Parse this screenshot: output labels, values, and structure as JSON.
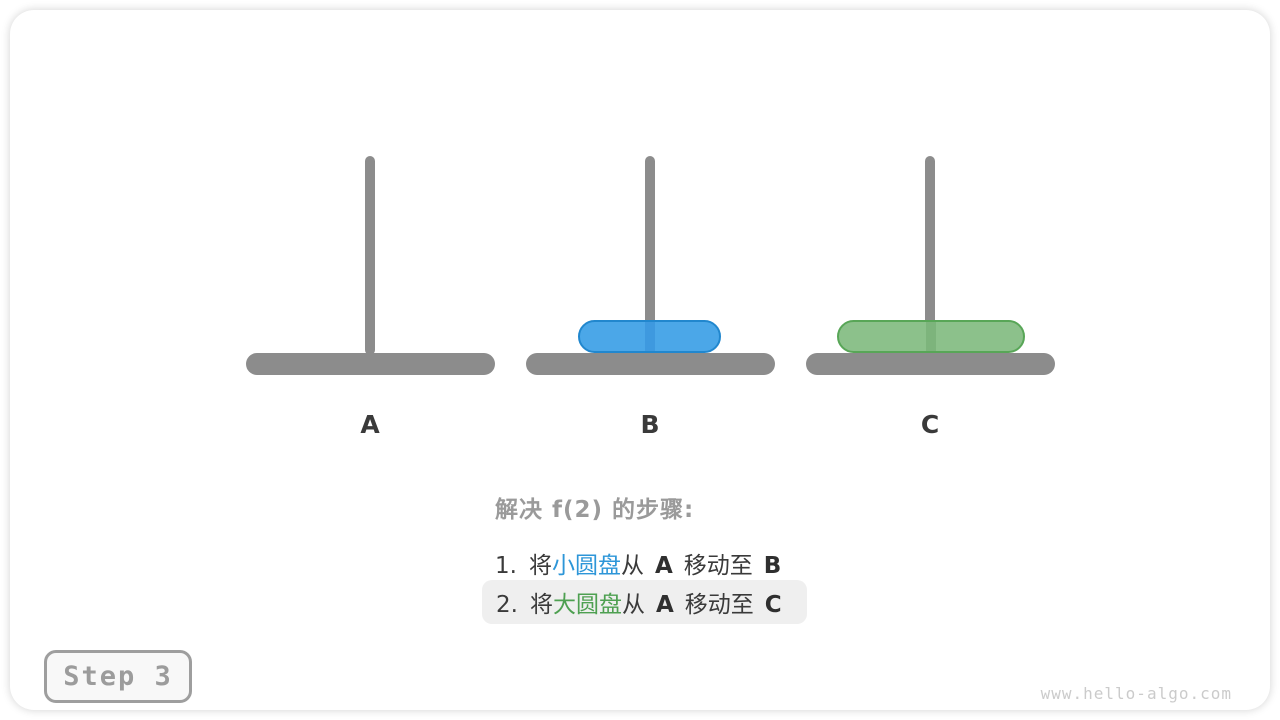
{
  "card": {
    "step_badge": "Step 3",
    "site_url": "www.hello-algo.com"
  },
  "towers": [
    {
      "label": "A",
      "disks": []
    },
    {
      "label": "B",
      "disks": [
        "small"
      ]
    },
    {
      "label": "C",
      "disks": [
        "large"
      ]
    }
  ],
  "disks": {
    "small": {
      "name": "小圆盘",
      "fill": "#4BA7E8",
      "border": "#2187CE",
      "on_peg": "B"
    },
    "large": {
      "name": "大圆盘",
      "fill": "#8CC18B",
      "border": "#58A657",
      "on_peg": "C"
    }
  },
  "steps": {
    "heading": "解决 f(2) 的步骤:",
    "items": [
      {
        "num": "1.",
        "action_prefix": "将",
        "disk": "小圆盘",
        "from_word": "从",
        "from": "A",
        "move_word": "移动至",
        "to": "B",
        "highlighted": false
      },
      {
        "num": "2.",
        "action_prefix": "将",
        "disk": "大圆盘",
        "from_word": "从",
        "from": "A",
        "move_word": "移动至",
        "to": "C",
        "highlighted": true
      }
    ]
  },
  "colors": {
    "structure_gray": "#8C8C8C",
    "dark_text": "#3A3A3A",
    "heading_gray": "#9A9A9A",
    "blue_disk_fill": "#4BA7E8",
    "blue_disk_border": "#2187CE",
    "green_disk_fill": "#8CC18B",
    "green_disk_border": "#58A657",
    "blue_text": "#2D96D8",
    "green_text": "#4EA051",
    "highlight_box": "#EFEFEF",
    "badge_border": "#9E9E9E",
    "badge_text": "#9C9C9C",
    "url_text": "#CBCBCB"
  }
}
